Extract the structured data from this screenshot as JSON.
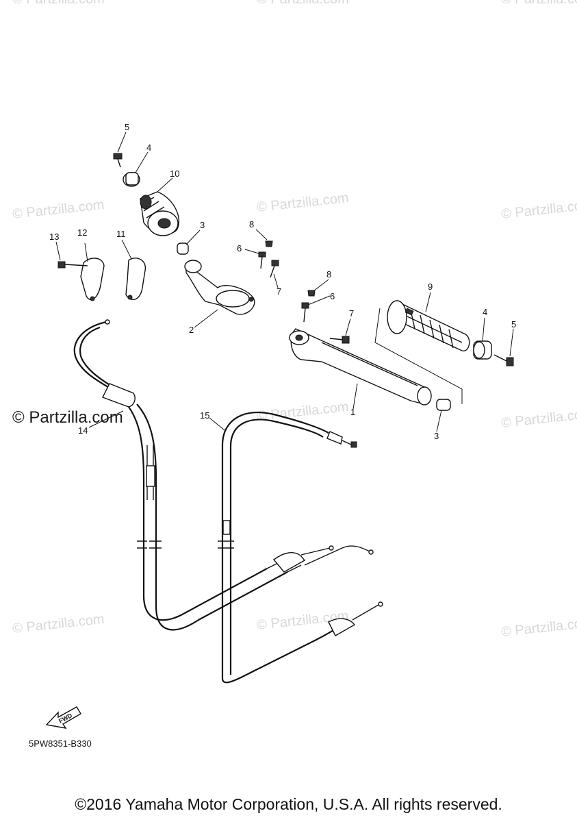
{
  "watermarks": {
    "text": "© Partzilla.com",
    "prominent_text": "© Partzilla.com"
  },
  "callouts": {
    "c1": "1",
    "c2": "2",
    "c3a": "3",
    "c3b": "3",
    "c4a": "4",
    "c4b": "4",
    "c5a": "5",
    "c5b": "5",
    "c6a": "6",
    "c6b": "6",
    "c7a": "7",
    "c7b": "7",
    "c8a": "8",
    "c8b": "8",
    "c9": "9",
    "c10": "10",
    "c11": "11",
    "c12": "12",
    "c13": "13",
    "c14": "14",
    "c15": "15"
  },
  "fwd_label": "FWD",
  "drawing_code": "5PW8351-B330",
  "copyright": "©2016 Yamaha Motor Corporation, U.S.A. All rights reserved."
}
